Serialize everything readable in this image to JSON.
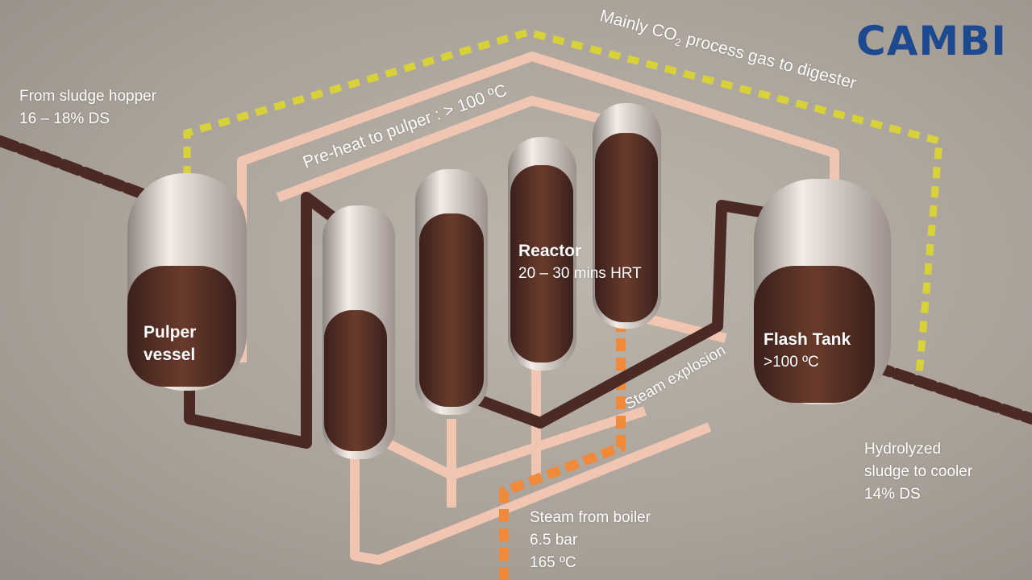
{
  "logo": {
    "text": "CAMBI",
    "color": "#1d4a8e"
  },
  "labels": {
    "hopper": {
      "line1": "From sludge hopper",
      "line2": "16 – 18% DS"
    },
    "co2": {
      "pre": "Mainly CO",
      "sub": "2",
      "post": " process gas to digester"
    },
    "preheat": "Pre-heat to pulper :  > 100 ºC",
    "reactor": {
      "title": "Reactor",
      "detail": "20 – 30 mins HRT"
    },
    "pulper": {
      "line1": "Pulper",
      "line2": "vessel"
    },
    "flash": {
      "title": "Flash Tank",
      "detail": ">100 ºC"
    },
    "steam_explosion": "Steam explosion",
    "output": {
      "line1": "Hydrolyzed",
      "line2": "sludge to cooler",
      "line3": "14% DS"
    },
    "boiler": {
      "line1": "Steam from boiler",
      "line2": "6.5 bar",
      "line3": "165 ºC"
    }
  },
  "colors": {
    "gas_pipe": "#d8d23a",
    "steam_pipe": "#f08a3a",
    "preheat_pipe": "#f3c9b6",
    "sludge": "#4a2a22"
  }
}
